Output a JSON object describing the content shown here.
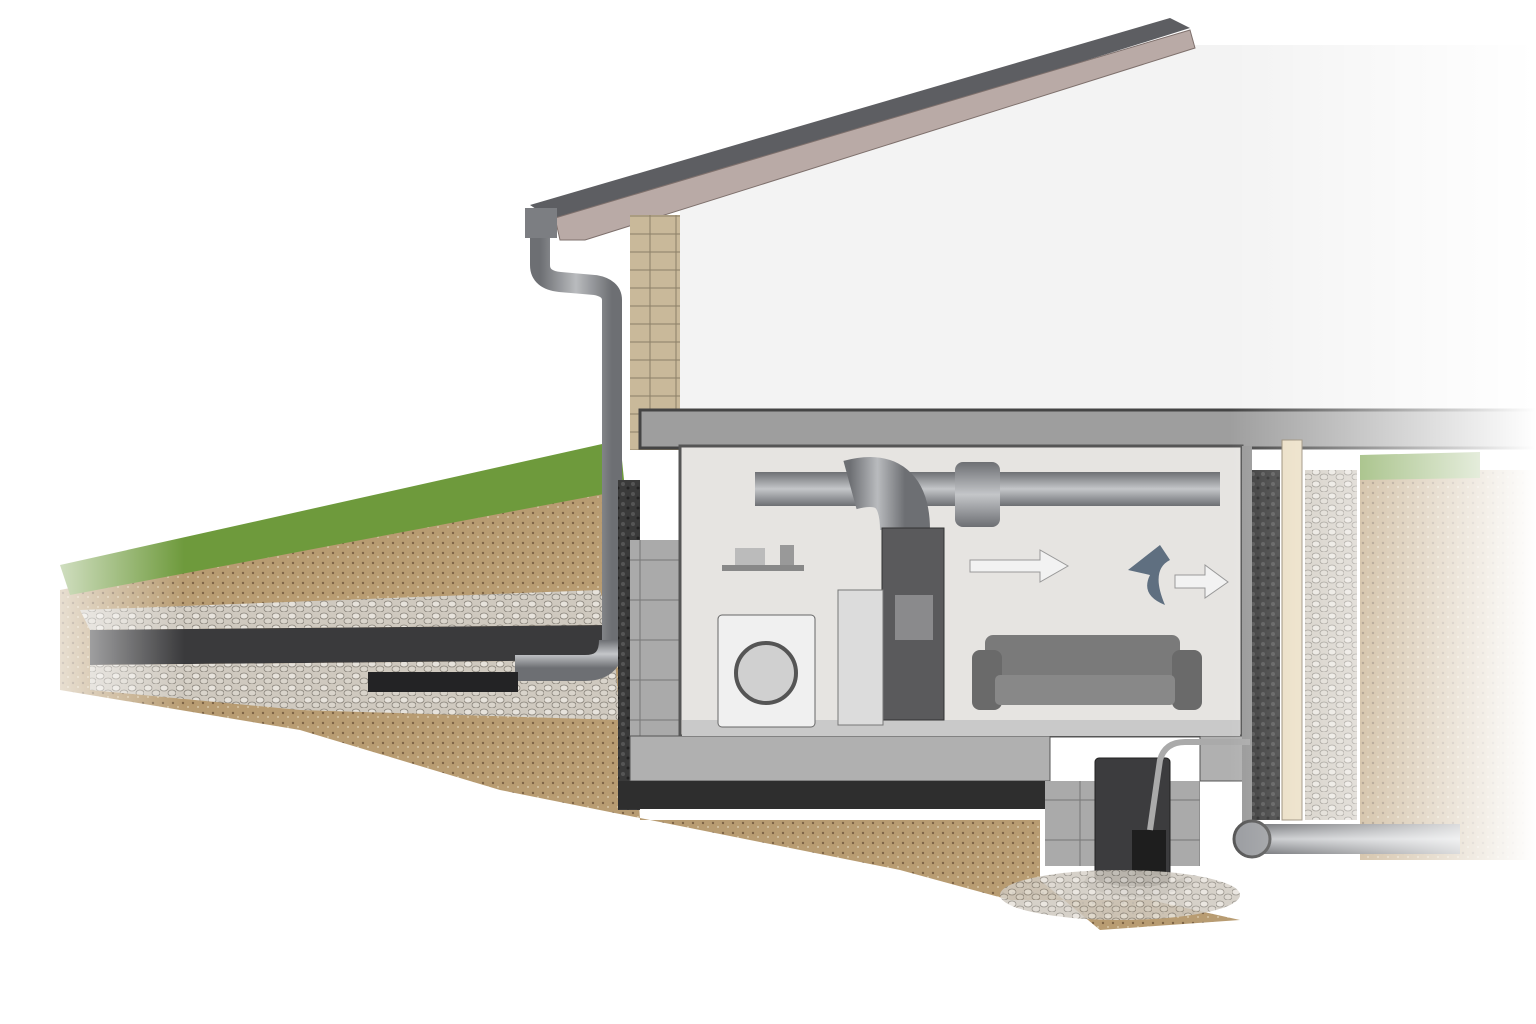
{
  "illustration": {
    "components": [
      "roof",
      "gutter",
      "downspout",
      "stone-column",
      "house-wall",
      "grass-slope",
      "soil",
      "gravel-drain-bed",
      "drain-pipe",
      "foundation-wall",
      "waterproof-membrane",
      "basement-room",
      "air-duct",
      "furnace",
      "washing-machine",
      "shelf",
      "dehumidifier",
      "sofa",
      "airflow-arrows",
      "floor-slab",
      "sump-pit",
      "sump-pump",
      "perimeter-drain-pipe",
      "insulation-board",
      "gravel-backfill"
    ],
    "colors": {
      "roof": "#6f6f73",
      "fascia": "#b8a9a6",
      "wall": "#f4f4f4",
      "stone": "#c9b99a",
      "grass": "#6e9a3c",
      "soil": "#b79a70",
      "gravel": "#d6d1c8",
      "concrete": "#a8a8a8",
      "membrane": "#2e2e2e",
      "room": "#e6e4e1",
      "pipe": "#8d8f93",
      "arrow": "#f2f2f2"
    }
  }
}
